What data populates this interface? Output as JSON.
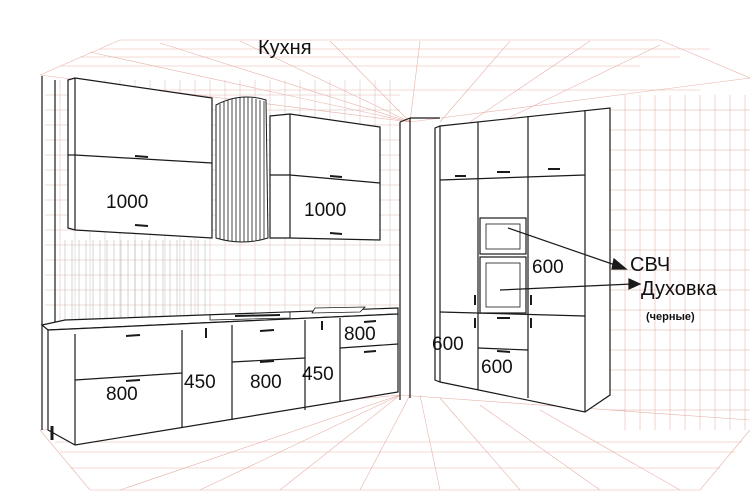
{
  "title": "Кухня",
  "dimensions": {
    "upper_left": "1000",
    "upper_right": "1000",
    "base_left": "800",
    "base_narrow_1": "450",
    "base_middle": "800",
    "base_narrow_2": "450",
    "base_right": "800",
    "tall_inset": "600",
    "tall_lower_left": "600",
    "tall_lower_mid": "600"
  },
  "callouts": {
    "microwave": "СВЧ",
    "oven": "Духовка",
    "oven_note": "(черные)"
  },
  "colors": {
    "line": "#1a1a1a",
    "grid": "#e3a49a",
    "wall_grid": "#d9b5ad"
  }
}
